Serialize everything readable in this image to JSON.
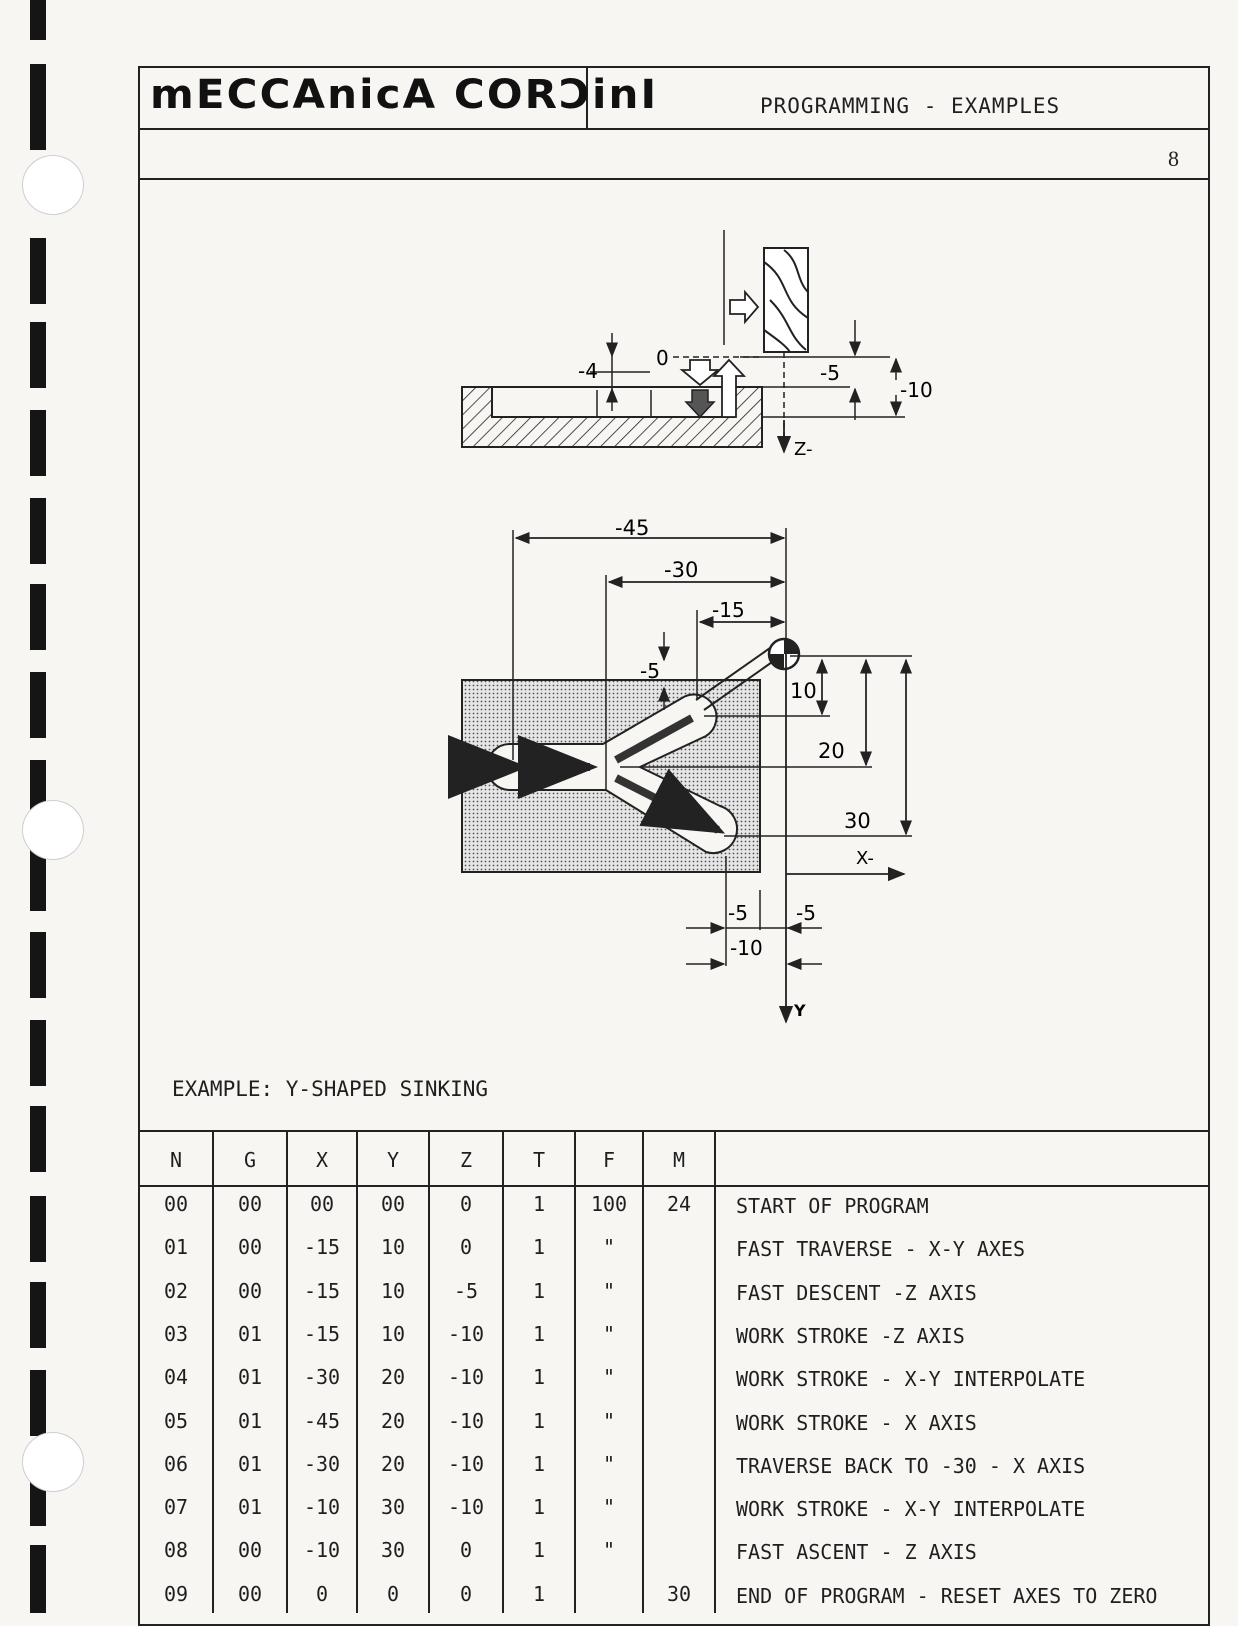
{
  "header": {
    "logo_text": "mECCAnicA CORƆinI",
    "title": "PROGRAMMING - EXAMPLES",
    "page_number": "8"
  },
  "diagram": {
    "side_view": {
      "dim_zero": "0",
      "dim_minus4": "-4",
      "dim_minus5": "-5",
      "dim_minus10": "-10",
      "axis_z": "Z-"
    },
    "top_view": {
      "dim_x_45": "-45",
      "dim_x_30": "-30",
      "dim_x_15": "-15",
      "dim_minus5_top": "-5",
      "dim_y_10": "10",
      "dim_y_20": "20",
      "dim_y_30": "30",
      "axis_x": "X-",
      "dim_minus5_left": "-5",
      "dim_minus5_right": "-5",
      "dim_minus10": "-10",
      "axis_y": "Y"
    }
  },
  "example": {
    "title": "EXAMPLE: Y-SHAPED SINKING"
  },
  "table": {
    "headers": [
      "N",
      "G",
      "X",
      "Y",
      "Z",
      "T",
      "F",
      "M"
    ],
    "rows": [
      {
        "N": "00",
        "G": "00",
        "X": "00",
        "Y": "00",
        "Z": "0",
        "T": "1",
        "F": "100",
        "M": "24",
        "comment": "START OF PROGRAM"
      },
      {
        "N": "01",
        "G": "00",
        "X": "-15",
        "Y": "10",
        "Z": "0",
        "T": "1",
        "F": "\"",
        "M": "",
        "comment": "FAST TRAVERSE - X-Y AXES"
      },
      {
        "N": "02",
        "G": "00",
        "X": "-15",
        "Y": "10",
        "Z": "-5",
        "T": "1",
        "F": "\"",
        "M": "",
        "comment": "FAST DESCENT -Z AXIS"
      },
      {
        "N": "03",
        "G": "01",
        "X": "-15",
        "Y": "10",
        "Z": "-10",
        "T": "1",
        "F": "\"",
        "M": "",
        "comment": "WORK STROKE -Z AXIS"
      },
      {
        "N": "04",
        "G": "01",
        "X": "-30",
        "Y": "20",
        "Z": "-10",
        "T": "1",
        "F": "\"",
        "M": "",
        "comment": "WORK STROKE - X-Y INTERPOLATE"
      },
      {
        "N": "05",
        "G": "01",
        "X": "-45",
        "Y": "20",
        "Z": "-10",
        "T": "1",
        "F": "\"",
        "M": "",
        "comment": "WORK STROKE - X AXIS"
      },
      {
        "N": "06",
        "G": "01",
        "X": "-30",
        "Y": "20",
        "Z": "-10",
        "T": "1",
        "F": "\"",
        "M": "",
        "comment": "TRAVERSE BACK TO -30 - X AXIS"
      },
      {
        "N": "07",
        "G": "01",
        "X": "-10",
        "Y": "30",
        "Z": "-10",
        "T": "1",
        "F": "\"",
        "M": "",
        "comment": "WORK STROKE - X-Y INTERPOLATE"
      },
      {
        "N": "08",
        "G": "00",
        "X": "-10",
        "Y": "30",
        "Z": "0",
        "T": "1",
        "F": "\"",
        "M": "",
        "comment": "FAST ASCENT - Z AXIS"
      },
      {
        "N": "09",
        "G": "00",
        "X": "0",
        "Y": "0",
        "Z": "0",
        "T": "1",
        "F": "",
        "M": "30",
        "comment": "END OF PROGRAM - RESET AXES TO ZERO"
      }
    ]
  }
}
